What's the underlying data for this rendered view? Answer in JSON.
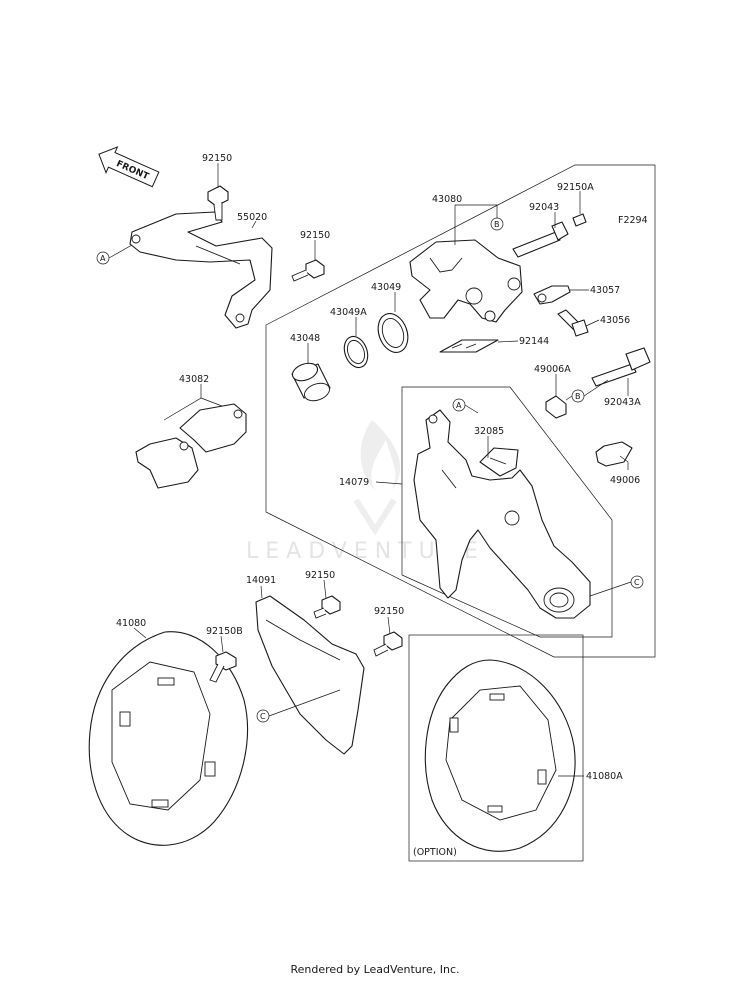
{
  "diagram": {
    "figure_code": "F2294",
    "front_label": "FRONT",
    "watermark": "LEADVENTURE",
    "option_label": "(OPTION)",
    "ref_markers": [
      "A",
      "B",
      "C"
    ],
    "parts": [
      "92150",
      "55020",
      "92150",
      "43080",
      "92150A",
      "92043",
      "43057",
      "43056",
      "43049",
      "43049A",
      "43048",
      "92144",
      "43082",
      "49006A",
      "92043A",
      "32085",
      "14079",
      "49006",
      "14091",
      "92150",
      "92150",
      "41080",
      "92150B",
      "41080A"
    ]
  },
  "footer": "Rendered by LeadVenture, Inc."
}
